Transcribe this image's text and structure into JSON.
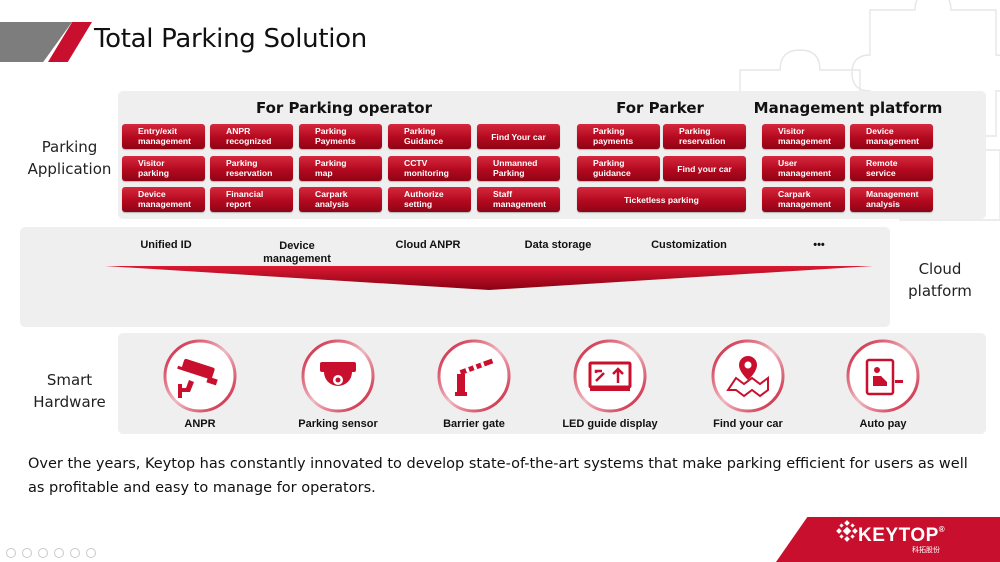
{
  "header": {
    "title": "Total Parking Solution"
  },
  "labels": {
    "parking_application": [
      "Parking",
      "Application"
    ],
    "cloud_platform": [
      "Cloud",
      "platform"
    ],
    "smart_hardware": [
      "Smart",
      "Hardware"
    ]
  },
  "groups": {
    "operator": {
      "title": "For Parking operator",
      "items": [
        [
          "Entry/exit",
          "management"
        ],
        [
          "ANPR",
          "recognized"
        ],
        [
          "Parking",
          "Payments"
        ],
        [
          "Parking",
          "Guidance"
        ],
        [
          "Find Your car"
        ],
        [
          "Visitor",
          "parking"
        ],
        [
          "Parking",
          "reservation"
        ],
        [
          "Parking",
          "map"
        ],
        [
          "CCTV",
          "monitoring"
        ],
        [
          "Unmanned",
          "Parking"
        ],
        [
          "Device",
          "management"
        ],
        [
          "Financial",
          "report"
        ],
        [
          "Carpark",
          "analysis"
        ],
        [
          "Authorize",
          "setting"
        ],
        [
          "Staff",
          "management"
        ]
      ]
    },
    "parker": {
      "title": "For Parker",
      "items": [
        [
          "Parking",
          "payments"
        ],
        [
          "Parking",
          "reservation"
        ],
        [
          "Parking",
          "guidance"
        ],
        [
          "Find your car"
        ],
        [
          "Ticketless parking"
        ]
      ]
    },
    "management": {
      "title": "Management platform",
      "items": [
        [
          "Visitor",
          "management"
        ],
        [
          "Device",
          "management"
        ],
        [
          "User",
          "management"
        ],
        [
          "Remote",
          "service"
        ],
        [
          "Carpark",
          "management"
        ],
        [
          "Management",
          "analysis"
        ]
      ]
    }
  },
  "cloud": {
    "items": [
      [
        "Unified ID"
      ],
      [
        "Device",
        "management"
      ],
      [
        "Cloud ANPR"
      ],
      [
        "Data storage"
      ],
      [
        "Customization"
      ],
      [
        "•••"
      ]
    ]
  },
  "hardware": {
    "items": [
      {
        "label": "ANPR",
        "icon": "cctv-camera-icon"
      },
      {
        "label": "Parking sensor",
        "icon": "dome-sensor-icon"
      },
      {
        "label": "Barrier gate",
        "icon": "barrier-gate-icon"
      },
      {
        "label": "LED guide display",
        "icon": "led-display-icon"
      },
      {
        "label": "Find your car",
        "icon": "map-pin-icon"
      },
      {
        "label": "Auto pay",
        "icon": "pay-kiosk-icon"
      }
    ]
  },
  "description": "Over the years, Keytop has constantly innovated to develop state-of-the-art systems that make parking efficient for users as well as profitable and easy to manage for operators.",
  "footer": {
    "brand": "KEYTOP",
    "reg": "®",
    "sub": "科拓股份"
  },
  "colors": {
    "accent": "#c8102e",
    "panel": "#efefef",
    "gray": "#7d7d7d"
  }
}
